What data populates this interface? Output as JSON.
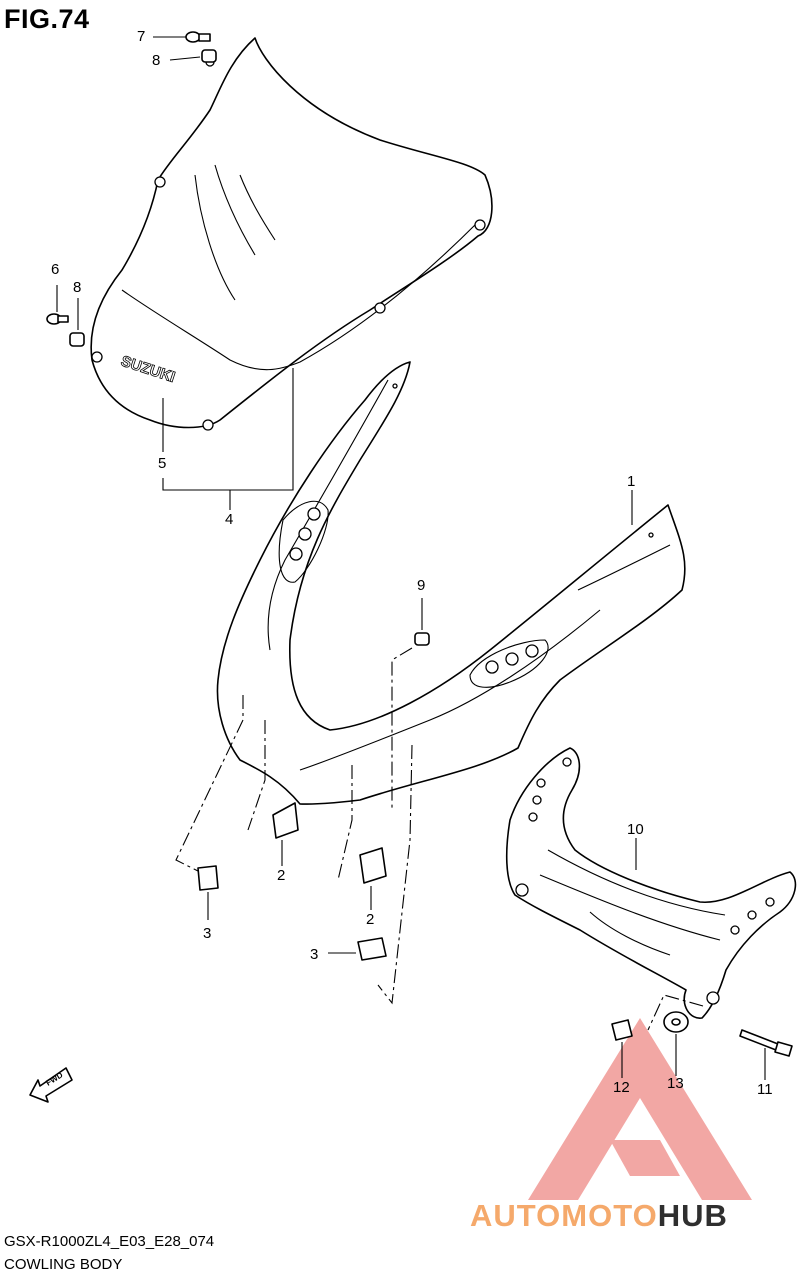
{
  "figure": {
    "title": "FIG.74",
    "model_code": "GSX-R1000ZL4_E03_E28_074",
    "section_name": "COWLING BODY"
  },
  "windscreen_logo": "SUZUKI",
  "fwd_arrow_label": "FWD",
  "callouts": {
    "c1": "1",
    "c2a": "2",
    "c2b": "2",
    "c3a": "3",
    "c3b": "3",
    "c4": "4",
    "c5": "5",
    "c6": "6",
    "c7": "7",
    "c8a": "8",
    "c8b": "8",
    "c9": "9",
    "c10": "10",
    "c11": "11",
    "c12": "12",
    "c13": "13"
  },
  "watermark": {
    "part1": "AUTOMOTO",
    "part2": "HUB",
    "colors": {
      "triangle": "#e8605a",
      "auto": "#f5a96b",
      "hub": "#2f2f2f"
    }
  }
}
